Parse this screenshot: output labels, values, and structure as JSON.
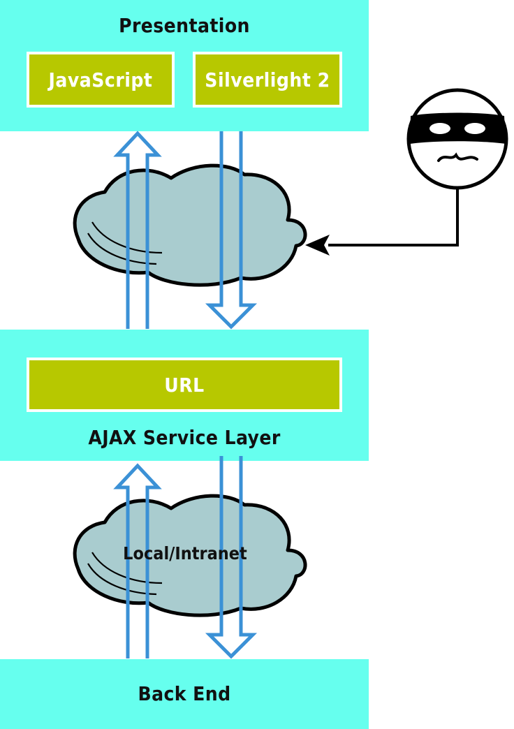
{
  "colors": {
    "layer": "#66ffee",
    "box": "#b7c800",
    "cloud_fill": "#a9cccf",
    "arrow": "#3b91d6",
    "outline": "#000000"
  },
  "presentation": {
    "title": "Presentation",
    "boxes": [
      {
        "label": "JavaScript"
      },
      {
        "label": "Silverlight 2"
      }
    ]
  },
  "service_layer": {
    "url_label": "URL",
    "title": "AJAX Service Layer"
  },
  "clouds": {
    "upper": {
      "label": ""
    },
    "lower": {
      "label": "Local/Intranet"
    }
  },
  "back_end": {
    "title": "Back End"
  },
  "attacker": {
    "icon": "masked-attacker-icon"
  }
}
